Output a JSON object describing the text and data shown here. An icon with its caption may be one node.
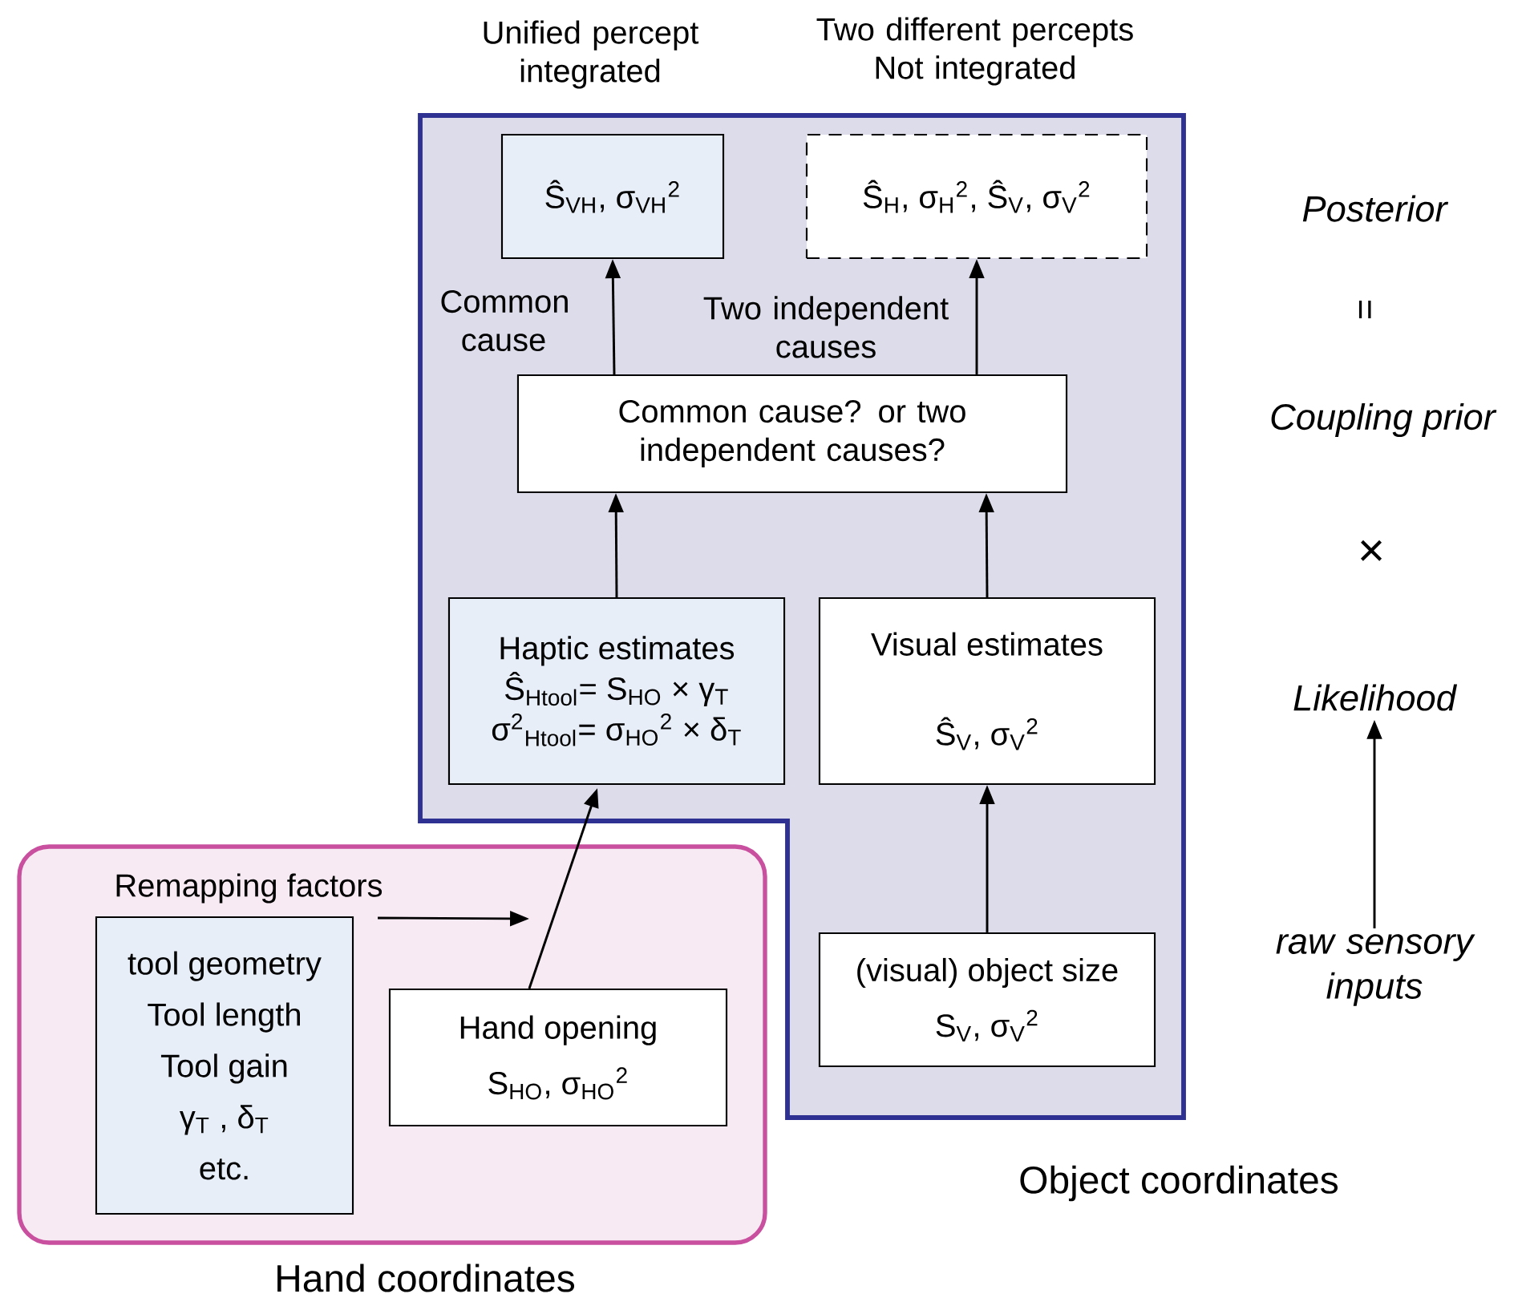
{
  "diagram": {
    "nodes": [
      {
        "text": [
          "Object coordinates"
        ]
      },
      {
        "text": [
          "Ŝ$_{VH}$, σ$_{VH}$$^{2}$"
        ],
        "in": 0,
        "beside": [
          "Unified percept integrated"
        ]
      },
      {
        "text": [
          "Ŝ$_{H}$, σ$_{H}$$^{2}$, Ŝ$_{V}$, σ$_{V}$$^{2}$"
        ],
        "in": 0,
        "beside": [
          "Two different percepts Not integrated"
        ]
      },
      {
        "text": [
          "Common cause? or two independent causes?"
        ],
        "in": 0
      },
      {
        "text": [
          "Haptic estimates",
          "Ŝ$_{Htool}$= S$_{HO}$ × γ$_{T}$",
          "σ$^{2}$$_{Htool}$= σ$_{HO}$$^{2}$ × δ$_{T}$"
        ],
        "in": 0
      },
      {
        "text": [
          "Visual estimates",
          "Ŝ$_{V}$, σ$_{V}$$^{2}$"
        ],
        "in": 0
      },
      {
        "text": [
          "(visual) object size",
          "S$_{V}$, σ$_{V}$$^{2}$"
        ],
        "in": 0
      },
      {
        "text": [
          "Hand coordinates"
        ]
      },
      {
        "text": [
          "Remapping factors",
          "tool geometry",
          "Tool length",
          "Tool gain",
          "γ$_{T}$ , δ$_{T}$",
          "etc."
        ],
        "in": 7
      },
      {
        "text": [
          "Hand opening",
          "S$_{HO}$, σ$_{HO}$$^{2}$"
        ],
        "in": 7
      },
      {
        "text": [
          "Likelihood"
        ]
      },
      {
        "text": [
          "raw sensory inputs"
        ]
      }
    ],
    "edges": [
      {
        "from": 3,
        "to": 1,
        "arrow": "to",
        "label": "Common cause"
      },
      {
        "from": 3,
        "to": 2,
        "arrow": "to",
        "label": "Two independent causes"
      },
      {
        "from": 4,
        "to": 3,
        "arrow": "to"
      },
      {
        "from": 5,
        "to": 3,
        "arrow": "to"
      },
      {
        "from": 6,
        "to": 5,
        "arrow": "to"
      },
      {
        "from": 9,
        "to": 4,
        "arrow": "to"
      },
      {
        "from": 8,
        "to": null,
        "arrow": "to"
      },
      {
        "from": 11,
        "to": 10,
        "arrow": "to"
      }
    ],
    "labels": [
      "Posterior",
      "=",
      "Coupling prior",
      "×"
    ]
  }
}
